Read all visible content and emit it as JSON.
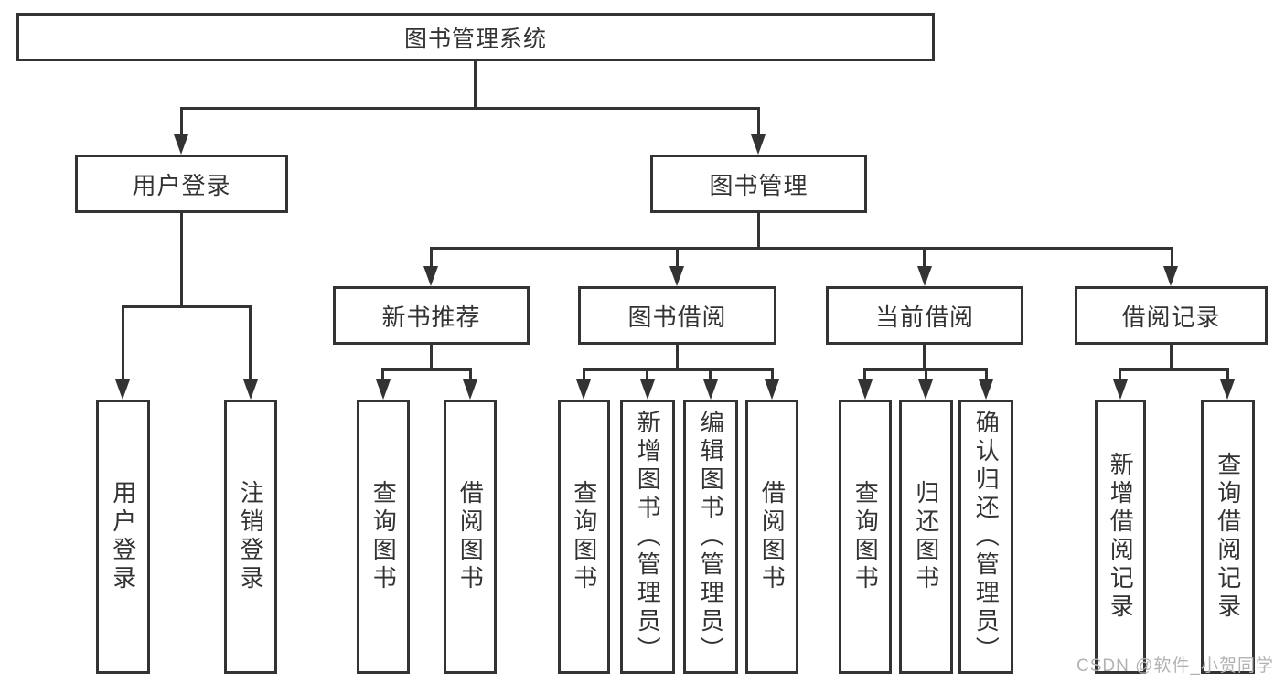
{
  "diagram": {
    "title": "图书管理系统",
    "root": {
      "label": "图书管理系统"
    },
    "level2": [
      {
        "label": "用户登录"
      },
      {
        "label": "图书管理"
      }
    ],
    "level3": [
      {
        "label": "新书推荐"
      },
      {
        "label": "图书借阅"
      },
      {
        "label": "当前借阅"
      },
      {
        "label": "借阅记录"
      }
    ],
    "leaves": {
      "user_login": [
        "用户登录",
        "注销登录"
      ],
      "new_books": [
        "查询图书",
        "借阅图书"
      ],
      "book_borrow": [
        "查询图书",
        "新增图书（管理员）",
        "编辑图书（管理员）",
        "借阅图书"
      ],
      "current_borrow": [
        "查询图书",
        "归还图书",
        "确认归还（管理员）"
      ],
      "borrow_records": [
        "新增借阅记录",
        "查询借阅记录"
      ]
    }
  },
  "watermark": {
    "text": "CSDN @软件_小贺同学"
  },
  "colors": {
    "line": "#333333",
    "text": "#333333",
    "background": "#ffffff",
    "watermark": "#b3b3b3"
  }
}
